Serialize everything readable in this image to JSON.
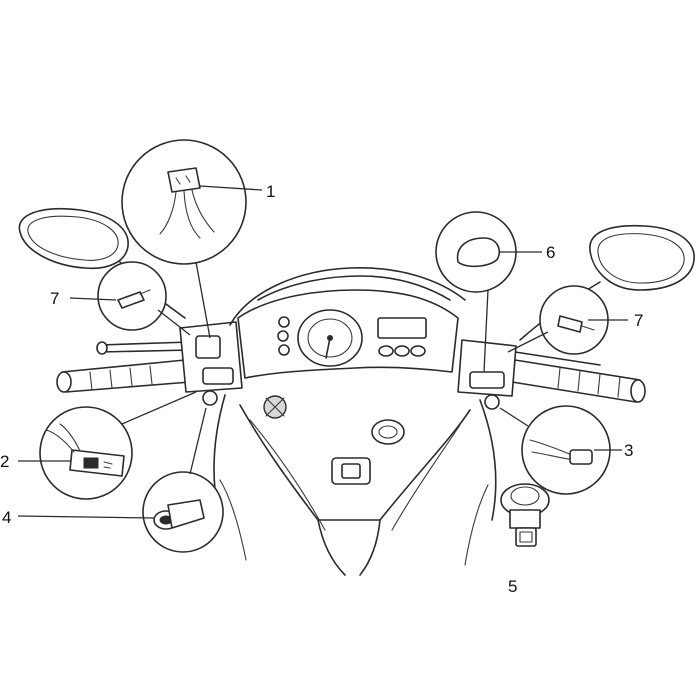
{
  "callouts": [
    {
      "id": "1",
      "label": "1"
    },
    {
      "id": "2",
      "label": "2"
    },
    {
      "id": "3",
      "label": "3"
    },
    {
      "id": "4",
      "label": "4"
    },
    {
      "id": "5",
      "label": "5"
    },
    {
      "id": "6",
      "label": "6"
    },
    {
      "id": "7-left",
      "label": "7"
    },
    {
      "id": "7-right",
      "label": "7"
    }
  ],
  "colors": {
    "line": "#2b2b2b",
    "background": "#ffffff"
  }
}
